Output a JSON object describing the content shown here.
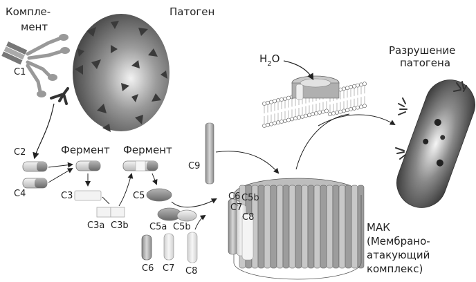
{
  "labels": {
    "complement_line1": "Компле-",
    "complement_line2": "мент",
    "pathogen": "Патоген",
    "c1": "C1",
    "c2": "C2",
    "c4": "C4",
    "enzyme1": "Фермент",
    "enzyme2": "Фермент",
    "c3": "C3",
    "c3a": "C3a",
    "c3b": "C3b",
    "c5": "C5",
    "c5a": "C5a",
    "c5b": "C5b",
    "c6": "C6",
    "c7": "C7",
    "c8": "C8",
    "c9": "C9",
    "mak_c6": "C6",
    "mak_c5b": "C5b",
    "mak_c7": "C7",
    "mak_c8": "C8",
    "h2o": "H",
    "h2o_sub": "2",
    "h2o_o": "O",
    "destruction_line1": "Разрушение",
    "destruction_line2": "патогена",
    "mak_line1": "МАК",
    "mak_line2": "(Мембрано-",
    "mak_line3": "атакующий",
    "mak_line4": "комплекс)"
  },
  "colors": {
    "ink": "#222222",
    "dark_gray": "#555555",
    "mid_gray": "#9a9a9a",
    "light_gray": "#d9d9d9",
    "white": "#ffffff"
  }
}
